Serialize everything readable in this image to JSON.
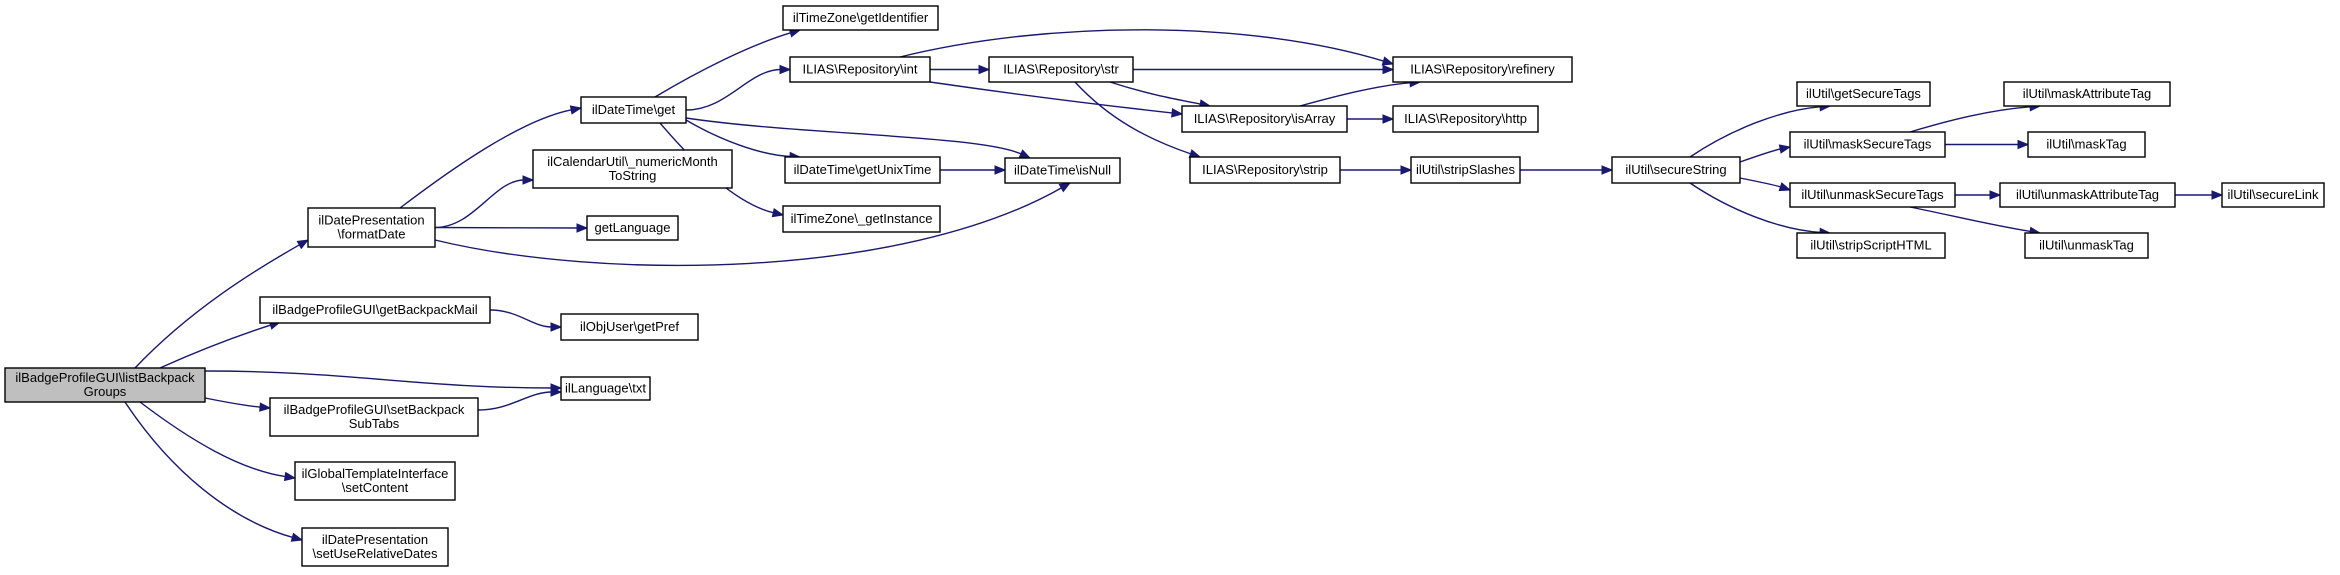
{
  "diagram": {
    "title": "",
    "colors": {
      "edge": "#191970",
      "root_fill": "#bfbfbf",
      "node_fill": "#ffffff",
      "node_border": "#000000"
    },
    "nodes": [
      {
        "id": "root",
        "lines": [
          "ilBadgeProfileGUI\\listBackpack",
          "Groups"
        ]
      },
      {
        "id": "formatDate",
        "lines": [
          "ilDatePresentation",
          "\\formatDate"
        ]
      },
      {
        "id": "getBackpackMail",
        "lines": [
          "ilBadgeProfileGUI\\getBackpackMail"
        ]
      },
      {
        "id": "txt",
        "lines": [
          "ilLanguage\\txt"
        ]
      },
      {
        "id": "setBackpackSubTabs",
        "lines": [
          "ilBadgeProfileGUI\\setBackpack",
          "SubTabs"
        ]
      },
      {
        "id": "setContent",
        "lines": [
          "ilGlobalTemplateInterface",
          "\\setContent"
        ]
      },
      {
        "id": "setUseRelativeDates",
        "lines": [
          "ilDatePresentation",
          "\\setUseRelativeDates"
        ]
      },
      {
        "id": "dtGet",
        "lines": [
          "ilDateTime\\get"
        ]
      },
      {
        "id": "numericMonth",
        "lines": [
          "ilCalendarUtil\\_numericMonth",
          "ToString"
        ]
      },
      {
        "id": "getLanguage",
        "lines": [
          "getLanguage"
        ]
      },
      {
        "id": "isNull",
        "lines": [
          "ilDateTime\\isNull"
        ]
      },
      {
        "id": "getPref",
        "lines": [
          "ilObjUser\\getPref"
        ]
      },
      {
        "id": "tzGetId",
        "lines": [
          "ilTimeZone\\getIdentifier"
        ]
      },
      {
        "id": "repoInt",
        "lines": [
          "ILIAS\\Repository\\int"
        ]
      },
      {
        "id": "getUnixTime",
        "lines": [
          "ilDateTime\\getUnixTime"
        ]
      },
      {
        "id": "tzInstance",
        "lines": [
          "ilTimeZone\\_getInstance"
        ]
      },
      {
        "id": "repoStr",
        "lines": [
          "ILIAS\\Repository\\str"
        ]
      },
      {
        "id": "repoRefinery",
        "lines": [
          "ILIAS\\Repository\\refinery"
        ]
      },
      {
        "id": "repoIsArray",
        "lines": [
          "ILIAS\\Repository\\isArray"
        ]
      },
      {
        "id": "repoHttp",
        "lines": [
          "ILIAS\\Repository\\http"
        ]
      },
      {
        "id": "repoStrip",
        "lines": [
          "ILIAS\\Repository\\strip"
        ]
      },
      {
        "id": "stripSlashes",
        "lines": [
          "ilUtil\\stripSlashes"
        ]
      },
      {
        "id": "secureString",
        "lines": [
          "ilUtil\\secureString"
        ]
      },
      {
        "id": "getSecureTags",
        "lines": [
          "ilUtil\\getSecureTags"
        ]
      },
      {
        "id": "maskSecureTags",
        "lines": [
          "ilUtil\\maskSecureTags"
        ]
      },
      {
        "id": "unmaskSecureTags",
        "lines": [
          "ilUtil\\unmaskSecureTags"
        ]
      },
      {
        "id": "stripScriptHTML",
        "lines": [
          "ilUtil\\stripScriptHTML"
        ]
      },
      {
        "id": "maskAttributeTag",
        "lines": [
          "ilUtil\\maskAttributeTag"
        ]
      },
      {
        "id": "maskTag",
        "lines": [
          "ilUtil\\maskTag"
        ]
      },
      {
        "id": "unmaskAttributeTag",
        "lines": [
          "ilUtil\\unmaskAttributeTag"
        ]
      },
      {
        "id": "unmaskTag",
        "lines": [
          "ilUtil\\unmaskTag"
        ]
      },
      {
        "id": "secureLink",
        "lines": [
          "ilUtil\\secureLink"
        ]
      }
    ],
    "edges": [
      [
        "root",
        "formatDate"
      ],
      [
        "root",
        "getBackpackMail"
      ],
      [
        "root",
        "txt"
      ],
      [
        "root",
        "setBackpackSubTabs"
      ],
      [
        "root",
        "setContent"
      ],
      [
        "root",
        "setUseRelativeDates"
      ],
      [
        "formatDate",
        "dtGet"
      ],
      [
        "formatDate",
        "numericMonth"
      ],
      [
        "formatDate",
        "getLanguage"
      ],
      [
        "formatDate",
        "isNull"
      ],
      [
        "getBackpackMail",
        "getPref"
      ],
      [
        "setBackpackSubTabs",
        "txt"
      ],
      [
        "dtGet",
        "tzGetId"
      ],
      [
        "dtGet",
        "repoInt"
      ],
      [
        "dtGet",
        "getUnixTime"
      ],
      [
        "dtGet",
        "isNull"
      ],
      [
        "dtGet",
        "tzInstance"
      ],
      [
        "getUnixTime",
        "isNull"
      ],
      [
        "repoInt",
        "repoStr"
      ],
      [
        "repoInt",
        "repoRefinery"
      ],
      [
        "repoInt",
        "repoIsArray"
      ],
      [
        "repoStr",
        "repoRefinery"
      ],
      [
        "repoStr",
        "repoIsArray"
      ],
      [
        "repoStr",
        "repoStrip"
      ],
      [
        "repoIsArray",
        "repoRefinery"
      ],
      [
        "repoIsArray",
        "repoHttp"
      ],
      [
        "repoStrip",
        "stripSlashes"
      ],
      [
        "stripSlashes",
        "secureString"
      ],
      [
        "secureString",
        "getSecureTags"
      ],
      [
        "secureString",
        "maskSecureTags"
      ],
      [
        "secureString",
        "unmaskSecureTags"
      ],
      [
        "secureString",
        "stripScriptHTML"
      ],
      [
        "maskSecureTags",
        "maskAttributeTag"
      ],
      [
        "maskSecureTags",
        "maskTag"
      ],
      [
        "unmaskSecureTags",
        "unmaskAttributeTag"
      ],
      [
        "unmaskSecureTags",
        "unmaskTag"
      ],
      [
        "unmaskAttributeTag",
        "secureLink"
      ]
    ]
  }
}
